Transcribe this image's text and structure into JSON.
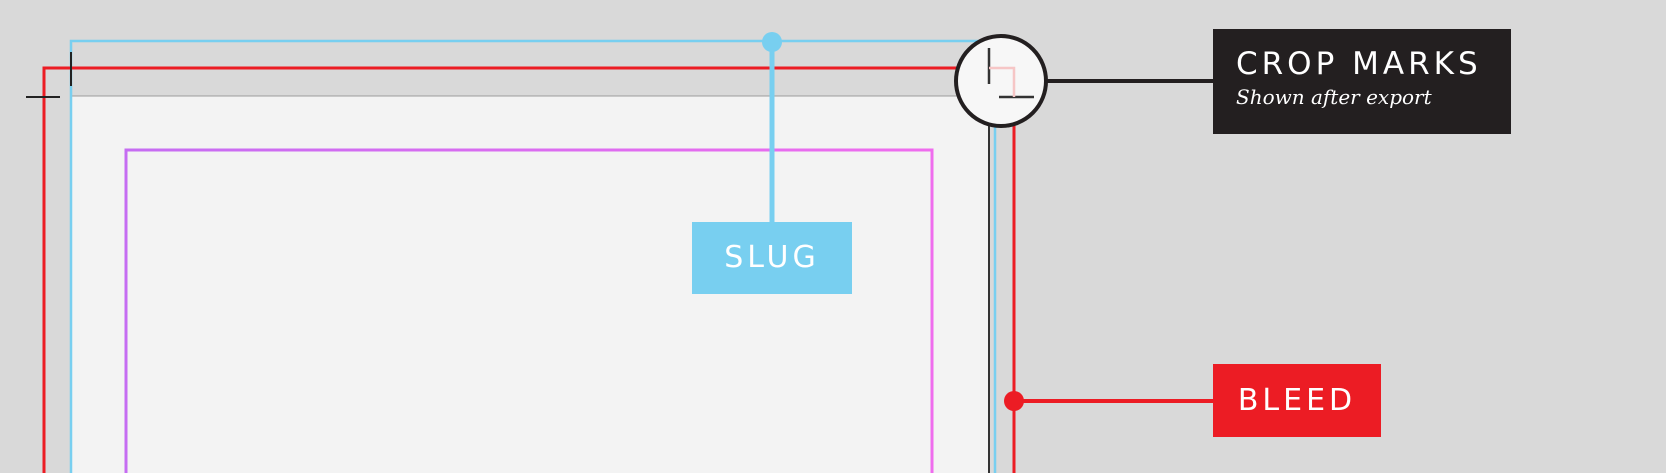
{
  "colors": {
    "background": "#d9d9d9",
    "page": "#f3f3f3",
    "slug": "#78cff0",
    "bleed": "#ec1c24",
    "margin": "#e36cf2",
    "crop_tag": "#231f20"
  },
  "labels": {
    "crop_marks": {
      "title": "CROP MARKS",
      "subtitle": "Shown after export"
    },
    "slug": {
      "title": "SLUG"
    },
    "bleed": {
      "title": "BLEED"
    }
  },
  "icons": {
    "crop_marks_callout": "magnifier-circle-icon",
    "slug_anchor": "dot-icon",
    "bleed_anchor": "dot-icon"
  }
}
